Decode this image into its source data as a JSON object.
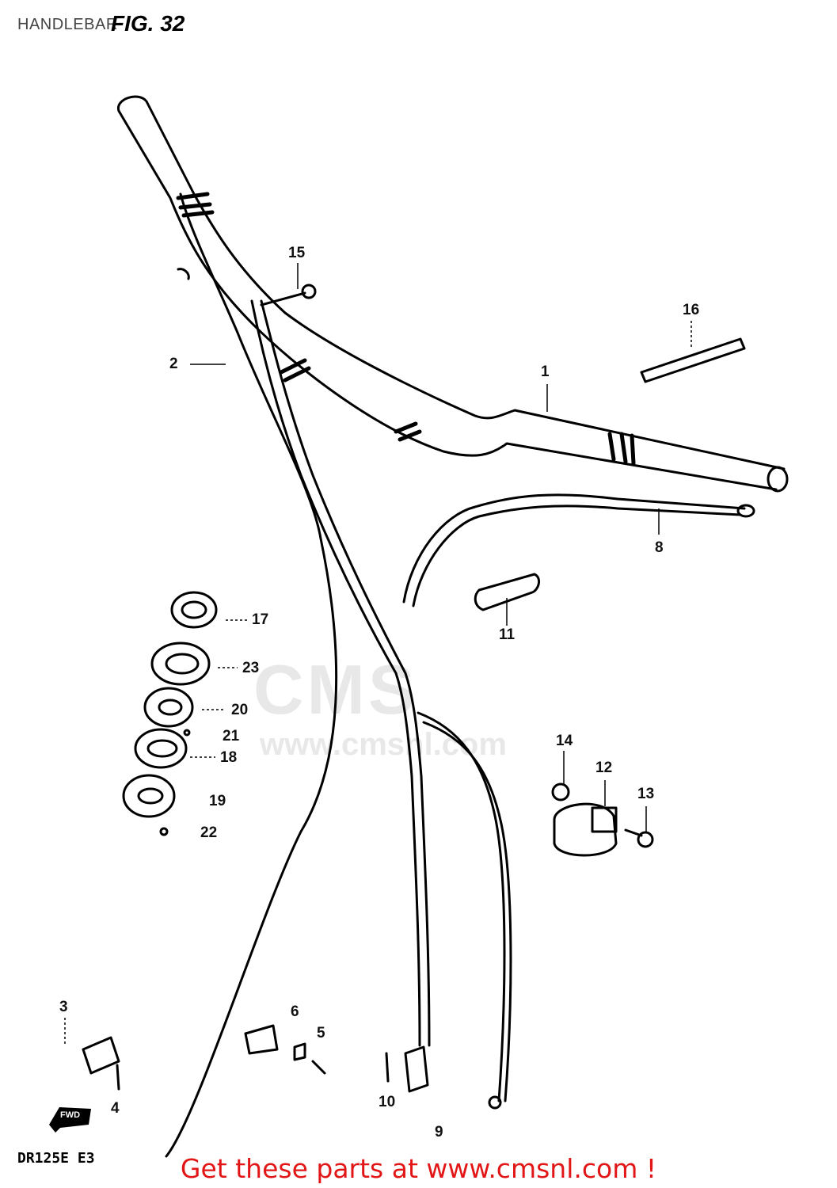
{
  "header": {
    "title": "HANDLEBAR",
    "figure": "FIG. 32"
  },
  "model_code": "DR125E E3",
  "footer_link": "Get these parts at www.cmsnl.com !",
  "watermark": {
    "brand": "CMS",
    "url": "www.cmsnl.com"
  },
  "direction_marker": "FWD",
  "colors": {
    "line": "#000000",
    "footer": "#e21616",
    "watermark": "#e8e8e8"
  },
  "callouts": [
    "1",
    "2",
    "3",
    "4",
    "5",
    "6",
    "8",
    "9",
    "10",
    "11",
    "12",
    "13",
    "14",
    "15",
    "16",
    "17",
    "18",
    "19",
    "20",
    "21",
    "22",
    "23"
  ]
}
